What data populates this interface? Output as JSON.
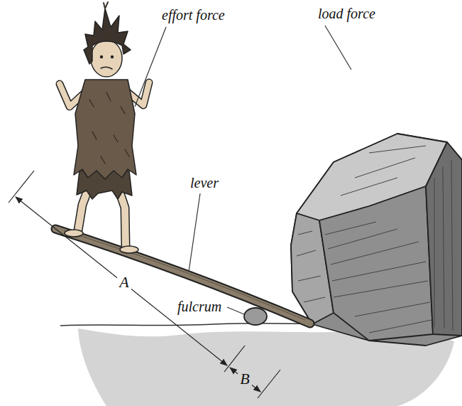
{
  "diagram": {
    "labels": [
      "effort force",
      "load force",
      "lever",
      "fulcrum",
      "A",
      "B"
    ]
  }
}
